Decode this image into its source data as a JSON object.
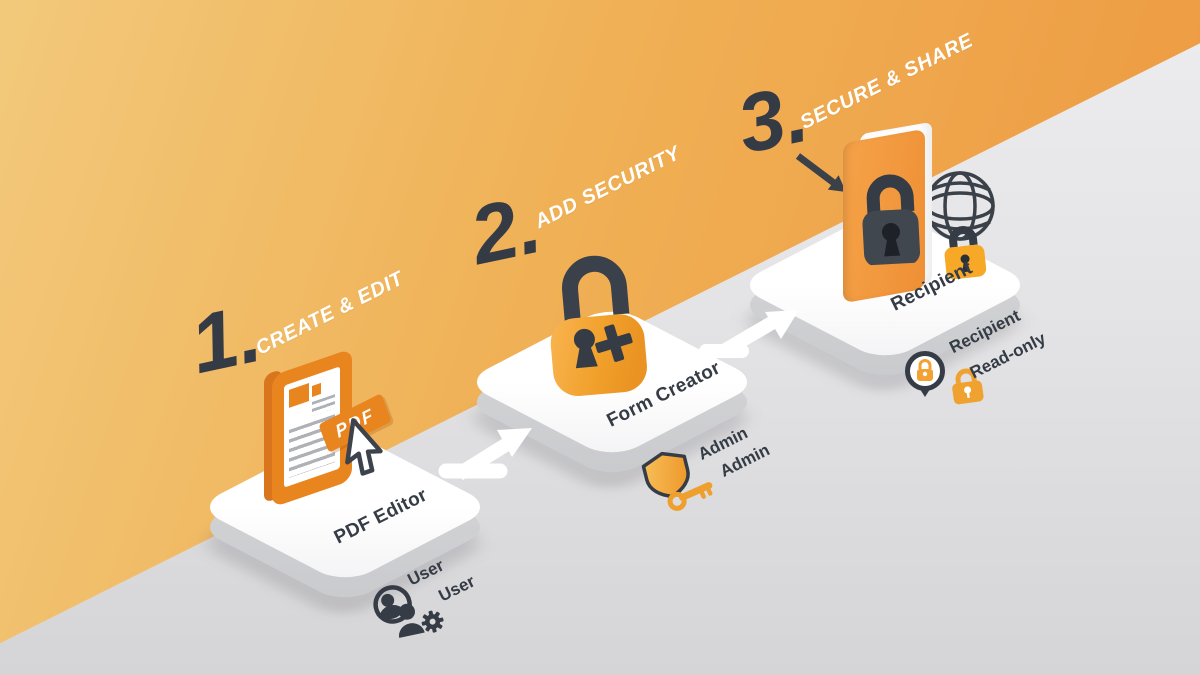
{
  "figure": {
    "kind": "isometric-process-infographic",
    "step_count": 3
  },
  "colors": {
    "orange_bg_light": "#f2c97b",
    "orange_bg_deep": "#ee9c43",
    "floor_light": "#ededef",
    "floor_dark": "#d5d5d7",
    "dark": "#353c46",
    "icon_orange": "#e9851f",
    "gold": "#f2a02b",
    "white": "#ffffff"
  },
  "steps": [
    {
      "number": "1.",
      "title": "CREATE & EDIT",
      "platform_label": "PDF Editor",
      "badge": "PDF",
      "icon": "pdf-document-icon",
      "roles": [
        {
          "label": "User",
          "icon": "user-avatar-icon"
        },
        {
          "label": "User",
          "icon": "user-gear-icon"
        }
      ]
    },
    {
      "number": "2.",
      "title": "ADD SECURITY",
      "platform_label": "Form Creator",
      "icon": "padlock-plus-icon",
      "roles": [
        {
          "label": "Admin",
          "icon": "shield-icon"
        },
        {
          "label": "Admin",
          "icon": "key-icon"
        }
      ]
    },
    {
      "number": "3.",
      "title": "SECURE & SHARE",
      "platform_label": "Recipient",
      "icon": "locked-folder-globe-icon",
      "roles": [
        {
          "label": "Recipient",
          "icon": "recipient-pin-icon"
        },
        {
          "label": "Read-only",
          "icon": "readonly-lock-icon"
        }
      ]
    }
  ]
}
